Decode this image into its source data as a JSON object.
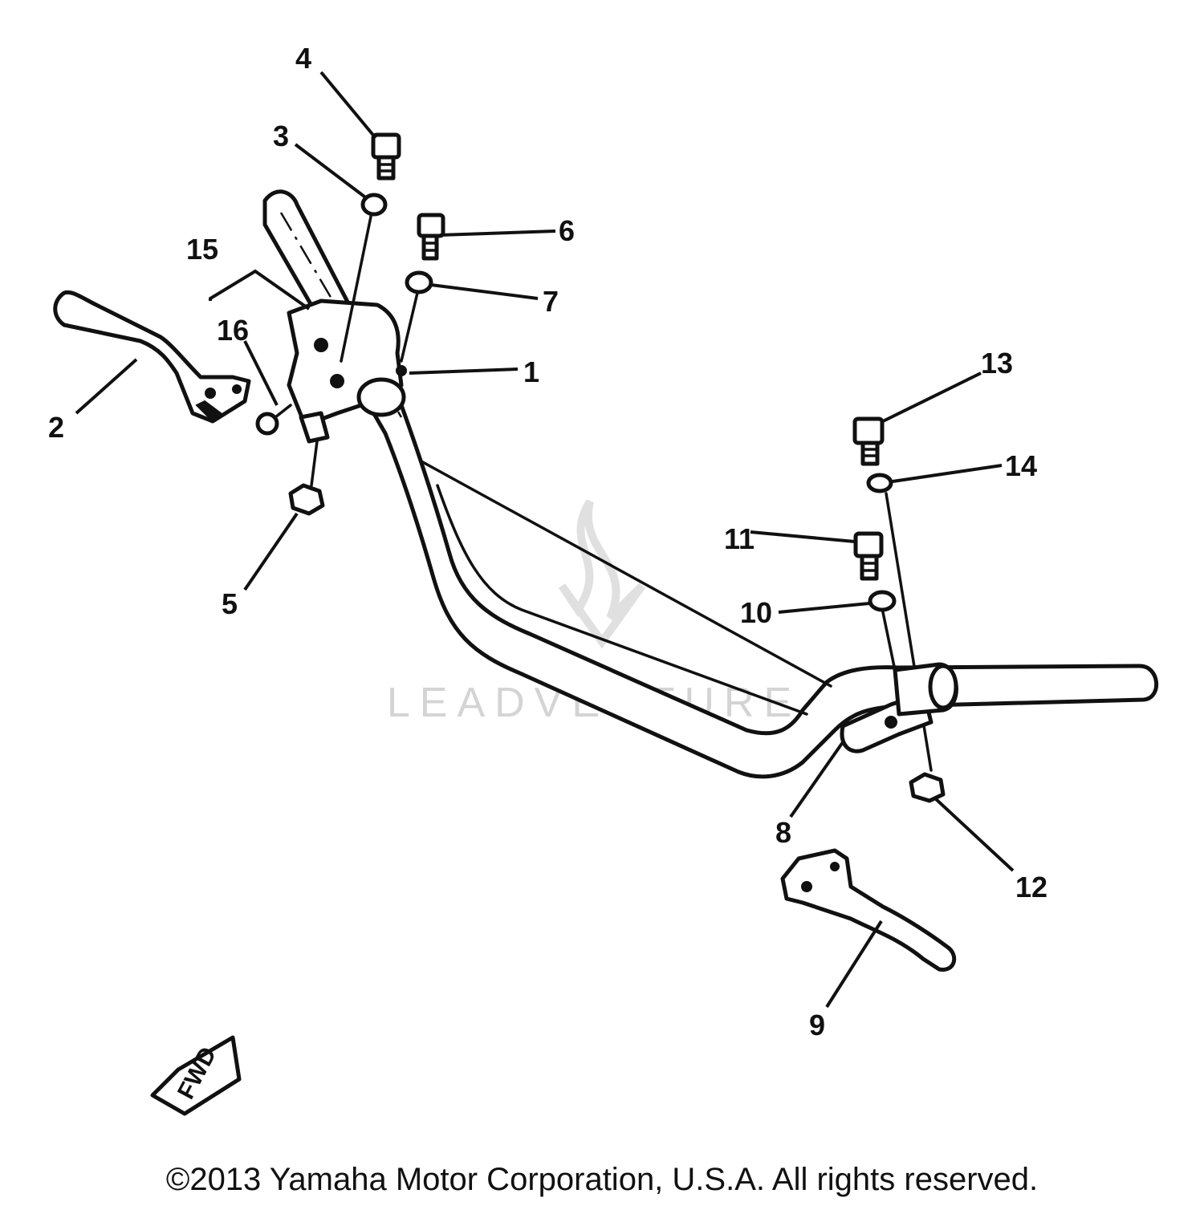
{
  "watermark": {
    "brand": "LEADVENTURE"
  },
  "direction_marker": {
    "label": "FWD"
  },
  "callouts": [
    {
      "number": "1"
    },
    {
      "number": "2"
    },
    {
      "number": "3"
    },
    {
      "number": "4"
    },
    {
      "number": "5"
    },
    {
      "number": "6"
    },
    {
      "number": "7"
    },
    {
      "number": "8"
    },
    {
      "number": "9"
    },
    {
      "number": "10"
    },
    {
      "number": "11"
    },
    {
      "number": "12"
    },
    {
      "number": "13"
    },
    {
      "number": "14"
    },
    {
      "number": "15"
    },
    {
      "number": "16"
    }
  ],
  "footer": {
    "copyright": "©2013 Yamaha Motor Corporation, U.S.A. All rights reserved."
  }
}
